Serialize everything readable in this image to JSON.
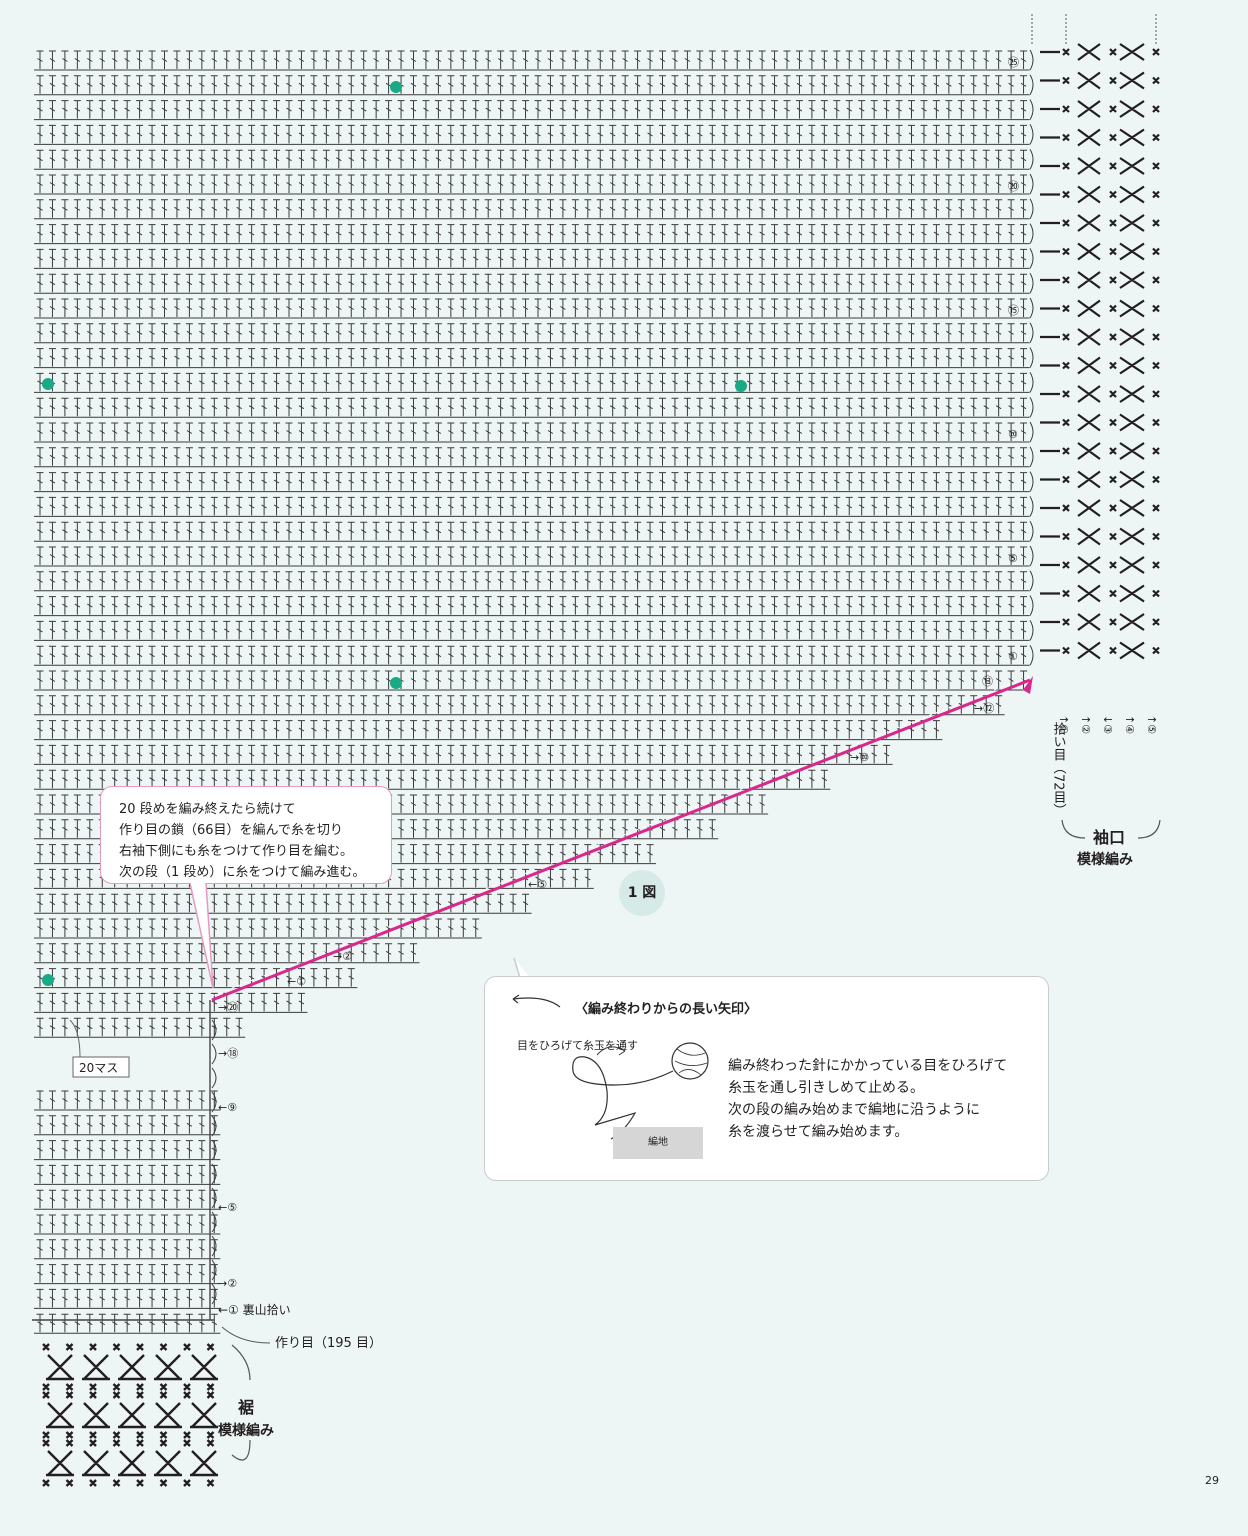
{
  "figure_label": "1 図",
  "page_number": "29",
  "callout": {
    "lines": [
      "20 段めを編み終えたら続けて",
      "作り目の鎖（66目）を編んで糸を切り",
      "右袖下側にも糸をつけて作り目を編む。",
      "次の段（1 段め）に糸をつけて編み進む。"
    ]
  },
  "info_box": {
    "title": "〈編み終わりからの長い矢印〉",
    "illustration_caption": "目をひろげて糸玉を通す",
    "fabric_label": "編地",
    "lines": [
      "編み終わった針にかかっている目をひろげて",
      "糸玉を通し引きしめて止める。",
      "次の段の編み始めまで編地に沿うように",
      "糸を渡らせて編み始めます。"
    ]
  },
  "body_row_labels": [
    "㉕",
    "⑳",
    "⑮",
    "⑩",
    "⑤",
    "①"
  ],
  "slope_row_labels": [
    "⑬",
    "→⑫",
    "→⑩",
    "←⑤",
    "→②",
    "←①"
  ],
  "left_row_labels": [
    "→⑳",
    "→⑱",
    "←⑨",
    "←⑤",
    "→②",
    "←①  裏山拾い"
  ],
  "sleeve": {
    "row_labels": [
      "↑①",
      "↑②",
      "↓③",
      "↑④",
      "↑⑤"
    ],
    "pickup": "拾い目（72目）",
    "title": "袖口",
    "subtitle": "模様編み"
  },
  "hem": {
    "title": "裾",
    "subtitle": "模様編み",
    "cast_on": "作り目（195 目）"
  },
  "grid_label": "20マス",
  "colors": {
    "background": "#eef6f5",
    "stitch": "#3a3a3a",
    "marker": "#1aa985",
    "thread": "#d9278b",
    "callout_border": "#e59ac1"
  }
}
